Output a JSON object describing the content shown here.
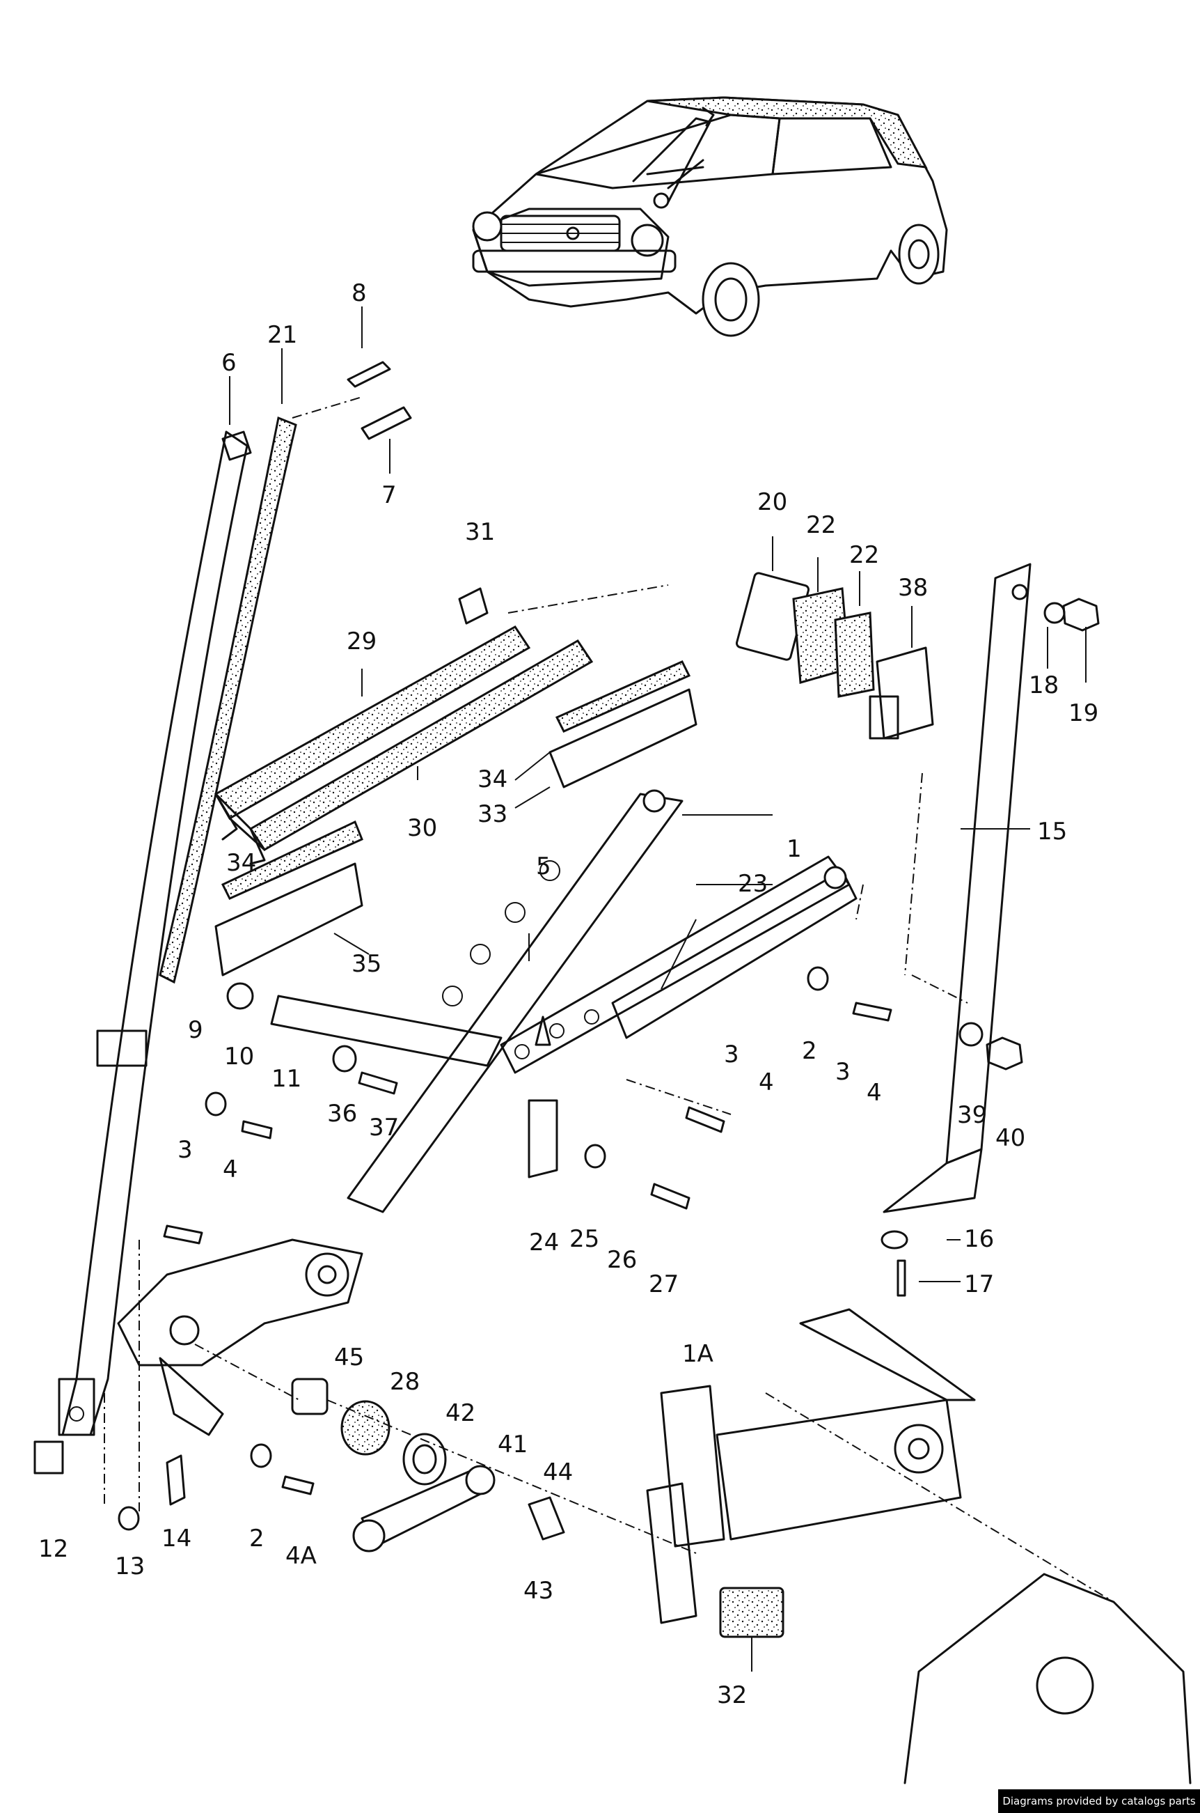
{
  "callouts": [
    {
      "id": "c8",
      "label": "8"
    },
    {
      "id": "c21",
      "label": "21"
    },
    {
      "id": "c6",
      "label": "6"
    },
    {
      "id": "c7",
      "label": "7"
    },
    {
      "id": "c31",
      "label": "31"
    },
    {
      "id": "c29",
      "label": "29"
    },
    {
      "id": "c20",
      "label": "20"
    },
    {
      "id": "c22a",
      "label": "22"
    },
    {
      "id": "c22b",
      "label": "22"
    },
    {
      "id": "c38",
      "label": "38"
    },
    {
      "id": "c18",
      "label": "18"
    },
    {
      "id": "c19",
      "label": "19"
    },
    {
      "id": "c15",
      "label": "15"
    },
    {
      "id": "c34a",
      "label": "34"
    },
    {
      "id": "c33",
      "label": "33"
    },
    {
      "id": "c30",
      "label": "30"
    },
    {
      "id": "c1",
      "label": "1"
    },
    {
      "id": "c34b",
      "label": "34"
    },
    {
      "id": "c5",
      "label": "5"
    },
    {
      "id": "c23",
      "label": "23"
    },
    {
      "id": "c35",
      "label": "35"
    },
    {
      "id": "c9",
      "label": "9"
    },
    {
      "id": "c10",
      "label": "10"
    },
    {
      "id": "c11",
      "label": "11"
    },
    {
      "id": "c36",
      "label": "36"
    },
    {
      "id": "c37",
      "label": "37"
    },
    {
      "id": "c2a",
      "label": "2"
    },
    {
      "id": "c3a",
      "label": "3"
    },
    {
      "id": "c4a",
      "label": "4"
    },
    {
      "id": "c3b",
      "label": "3"
    },
    {
      "id": "c4b",
      "label": "4"
    },
    {
      "id": "c39",
      "label": "39"
    },
    {
      "id": "c40",
      "label": "40"
    },
    {
      "id": "c3c",
      "label": "3"
    },
    {
      "id": "c4c",
      "label": "4"
    },
    {
      "id": "c24",
      "label": "24"
    },
    {
      "id": "c25",
      "label": "25"
    },
    {
      "id": "c26",
      "label": "26"
    },
    {
      "id": "c27",
      "label": "27"
    },
    {
      "id": "c16",
      "label": "16"
    },
    {
      "id": "c17",
      "label": "17"
    },
    {
      "id": "c45",
      "label": "45"
    },
    {
      "id": "c28",
      "label": "28"
    },
    {
      "id": "c1A",
      "label": "1A"
    },
    {
      "id": "c42",
      "label": "42"
    },
    {
      "id": "c41",
      "label": "41"
    },
    {
      "id": "c44",
      "label": "44"
    },
    {
      "id": "c12",
      "label": "12"
    },
    {
      "id": "c13",
      "label": "13"
    },
    {
      "id": "c14",
      "label": "14"
    },
    {
      "id": "c2b",
      "label": "2"
    },
    {
      "id": "c4A",
      "label": "4A"
    },
    {
      "id": "c43",
      "label": "43"
    },
    {
      "id": "c32",
      "label": "32"
    }
  ],
  "footer": {
    "credit": "Diagrams provided by catalogs parts"
  }
}
